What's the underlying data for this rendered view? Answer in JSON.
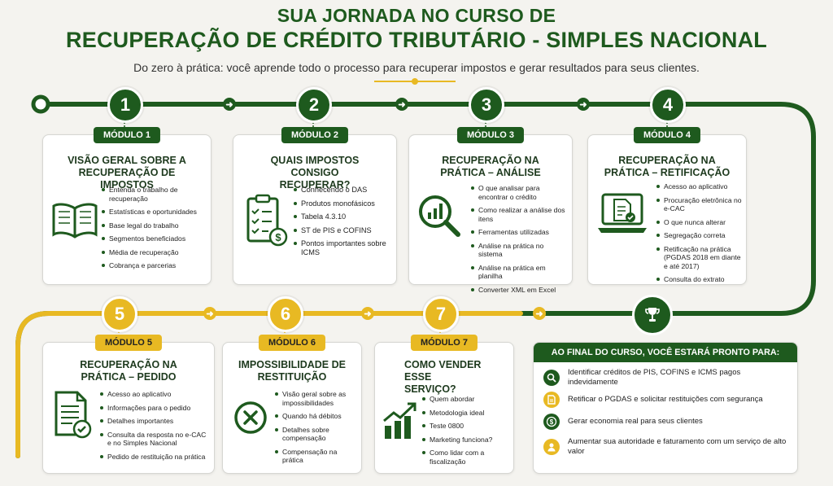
{
  "header": {
    "line1": "SUA JORNADA NO CURSO DE",
    "line2": "RECUPERAÇÃO DE CRÉDITO TRIBUTÁRIO - SIMPLES NACIONAL",
    "subtitle": "Do zero à prática: você aprende todo o processo para recuperar impostos e gerar resultados para seus clientes."
  },
  "colors": {
    "green": "#1e5a1e",
    "yellow": "#e8b923"
  },
  "modules": [
    {
      "number": "1",
      "badge": "MÓDULO 1",
      "title": "VISÃO GERAL SOBRE A RECUPERAÇÃO DE IMPOSTOS",
      "icon": "book-icon",
      "items": [
        "Entenda o trabalho de recuperação",
        "Estatísticas e oportunidades",
        "Base legal do trabalho",
        "Segmentos beneficiados",
        "Média de recuperação",
        "Cobrança e parcerias"
      ]
    },
    {
      "number": "2",
      "badge": "MÓDULO 2",
      "title": "QUAIS IMPOSTOS CONSIGO RECUPERAR?",
      "icon": "clipboard-checklist-icon",
      "items": [
        "Conhecendo o DAS",
        "Produtos monofásicos",
        "Tabela 4.3.10",
        "ST de PIS e COFINS",
        "Pontos importantes sobre ICMS"
      ]
    },
    {
      "number": "3",
      "badge": "MÓDULO 3",
      "title": "RECUPERAÇÃO NA PRÁTICA – ANÁLISE",
      "icon": "magnifier-chart-icon",
      "items": [
        "O que analisar para encontrar o crédito",
        "Como realizar a análise dos itens",
        "Ferramentas utilizadas",
        "Análise na prática no sistema",
        "Análise na prática em planilha",
        "Converter XML em Excel"
      ]
    },
    {
      "number": "4",
      "badge": "MÓDULO 4",
      "title": "RECUPERAÇÃO NA PRÁTICA – RETIFICAÇÃO",
      "icon": "laptop-document-icon",
      "items": [
        "Acesso ao aplicativo",
        "Procuração eletrônica no e-CAC",
        "O que nunca alterar",
        "Segregação correta",
        "Retificação na prática (PGDAS 2018 em diante e até 2017)",
        "Consulta do extrato"
      ]
    },
    {
      "number": "5",
      "badge": "MÓDULO 5",
      "title": "RECUPERAÇÃO NA PRÁTICA – PEDIDO",
      "icon": "document-check-icon",
      "items": [
        "Acesso ao aplicativo",
        "Informações para o pedido",
        "Detalhes importantes",
        "Consulta da resposta no e-CAC e no Simples Nacional",
        "Pedido de restituição na prática"
      ]
    },
    {
      "number": "6",
      "badge": "MÓDULO 6",
      "title": "IMPOSSIBILIDADE DE RESTITUIÇÃO",
      "icon": "x-circle-icon",
      "items": [
        "Visão geral sobre as impossibilidades",
        "Quando há débitos",
        "Detalhes sobre compensação",
        "Compensação na prática"
      ]
    },
    {
      "number": "7",
      "badge": "MÓDULO 7",
      "title": "COMO VENDER ESSE SERVIÇO?",
      "icon": "growth-chart-icon",
      "items": [
        "Quem abordar",
        "Metodologia ideal",
        "Teste 0800",
        "Marketing funciona?",
        "Como lidar com a fiscalização"
      ]
    }
  ],
  "final": {
    "title": "AO FINAL DO CURSO, VOCÊ ESTARÁ PRONTO PARA:",
    "items": [
      {
        "icon": "search-icon",
        "text": "Identificar créditos de PIS, COFINS e ICMS pagos indevidamente"
      },
      {
        "icon": "document-icon",
        "text": "Retificar o PGDAS e solicitar restituições com segurança"
      },
      {
        "icon": "dollar-icon",
        "text": "Gerar economia real para seus clientes"
      },
      {
        "icon": "person-icon",
        "text": "Aumentar sua autoridade e faturamento com um serviço de alto valor"
      }
    ]
  }
}
